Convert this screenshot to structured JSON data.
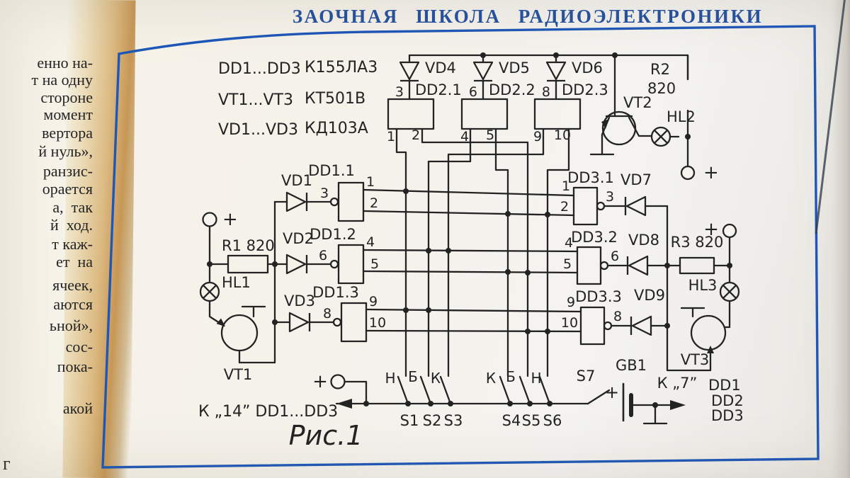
{
  "page": {
    "header_title": "ЗАОЧНАЯ ШКОЛА РАДИОЭЛЕКТРОНИКИ",
    "figure_caption": "Рис.1",
    "stray_letter": "г",
    "margin_lines": [
      "енно на-",
      "т на одну",
      "стороне",
      "момент",
      "вертора",
      "й нуль»,",
      "ранзис-",
      "орается",
      "а,  так",
      "й  ход.",
      "т каж-",
      "ет  на",
      "ячеек,",
      "аются",
      "ьной»,",
      "сос-",
      "пока-",
      "акой"
    ]
  },
  "parts_list": [
    {
      "refs": "DD1...DD3",
      "type": "К155ЛА3"
    },
    {
      "refs": "VT1...VT3",
      "type": "КТ501В"
    },
    {
      "refs": "VD1...VD3",
      "type": "КД103А"
    }
  ],
  "schematic": {
    "pins": {
      "p1": "1",
      "p2": "2",
      "p3": "3",
      "p4": "4",
      "p5": "5",
      "p6": "6",
      "p8": "8",
      "p9": "9",
      "p10": "10"
    },
    "plus": "+",
    "labels": {
      "dd11": "DD1.1",
      "dd12": "DD1.2",
      "dd13": "DD1.3",
      "dd21": "DD2.1",
      "dd22": "DD2.2",
      "dd23": "DD2.3",
      "dd31": "DD3.1",
      "dd32": "DD3.2",
      "dd33": "DD3.3",
      "vd1": "VD1",
      "vd2": "VD2",
      "vd3": "VD3",
      "vd4": "VD4",
      "vd5": "VD5",
      "vd6": "VD6",
      "vd7": "VD7",
      "vd8": "VD8",
      "vd9": "VD9",
      "vt1": "VT1",
      "vt2": "VT2",
      "vt3": "VT3",
      "hl1": "HL1",
      "hl2": "HL2",
      "hl3": "HL3",
      "r1": "R1 820",
      "r2_name": "R2",
      "r2_value": "820",
      "r3": "R3 820",
      "gb1": "GB1",
      "s1": "S1",
      "s2": "S2",
      "s3": "S3",
      "s4": "S4",
      "s5": "S5",
      "s6": "S6",
      "s7": "S7",
      "sw_letters": [
        "Н",
        "Б",
        "К",
        "К",
        "Б",
        "Н"
      ],
      "to_pin14": "К „14” DD1...DD3",
      "to_pin7": "К „7”",
      "dd_stack": [
        "DD1",
        "DD2",
        "DD3"
      ]
    },
    "colors": {
      "ink": "#232323",
      "frame_blue": "#1d57b8",
      "title_blue": "#24509f"
    }
  }
}
